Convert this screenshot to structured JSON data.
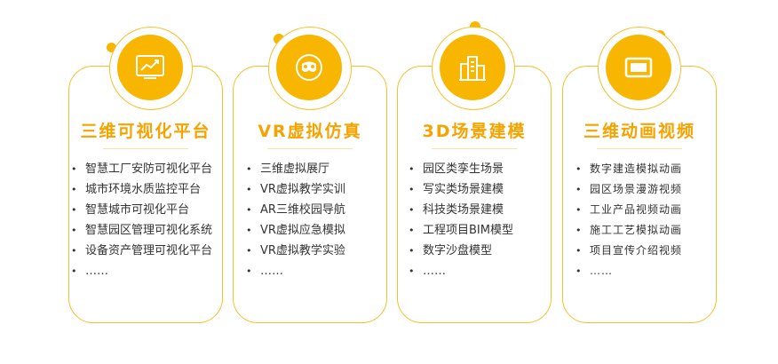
{
  "cards": [
    {
      "title": "三维可视化平台",
      "icon": "chart-screen-icon",
      "items": [
        "智慧工厂安防可视化平台",
        "城市环境水质监控平台",
        "智慧城市可视化平台",
        "智慧园区管理可视化系统",
        "设备资产管理可视化平台",
        "……"
      ]
    },
    {
      "title": "VR虚拟仿真",
      "icon": "vr-headset-icon",
      "items": [
        "三维虚拟展厅",
        "VR虚拟教学实训",
        "AR三维校园导航",
        "VR虚拟应急模拟",
        "VR虚拟教学实验",
        "……"
      ]
    },
    {
      "title": "3D场景建模",
      "icon": "city-buildings-icon",
      "items": [
        "园区类孪生场景",
        "写实类场景建模",
        "科技类场景建模",
        "工程项目BIM模型",
        "数字沙盘模型",
        "……"
      ]
    },
    {
      "title": "三维动画视频",
      "icon": "monitor-video-icon",
      "items": [
        "数字建造模拟动画",
        "园区场景漫游视频",
        "工业产品视频动画",
        "施工工艺模拟动画",
        "项目宣传介绍视频",
        "……"
      ]
    }
  ],
  "colors": {
    "accent": "#f8b600",
    "title": "#f5a300",
    "border": "#f5c02a"
  }
}
